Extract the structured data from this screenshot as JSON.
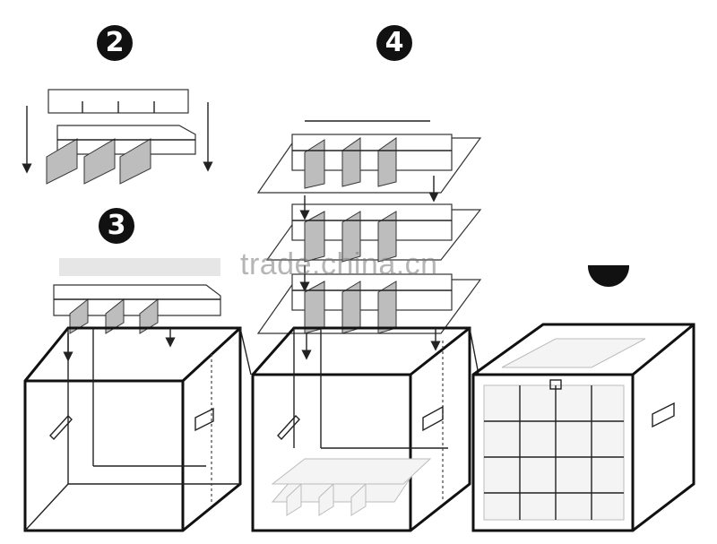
{
  "steps": {
    "step2": "2",
    "step3": "3",
    "step4": "4",
    "step5": ""
  },
  "watermark": "trade.china.cn"
}
